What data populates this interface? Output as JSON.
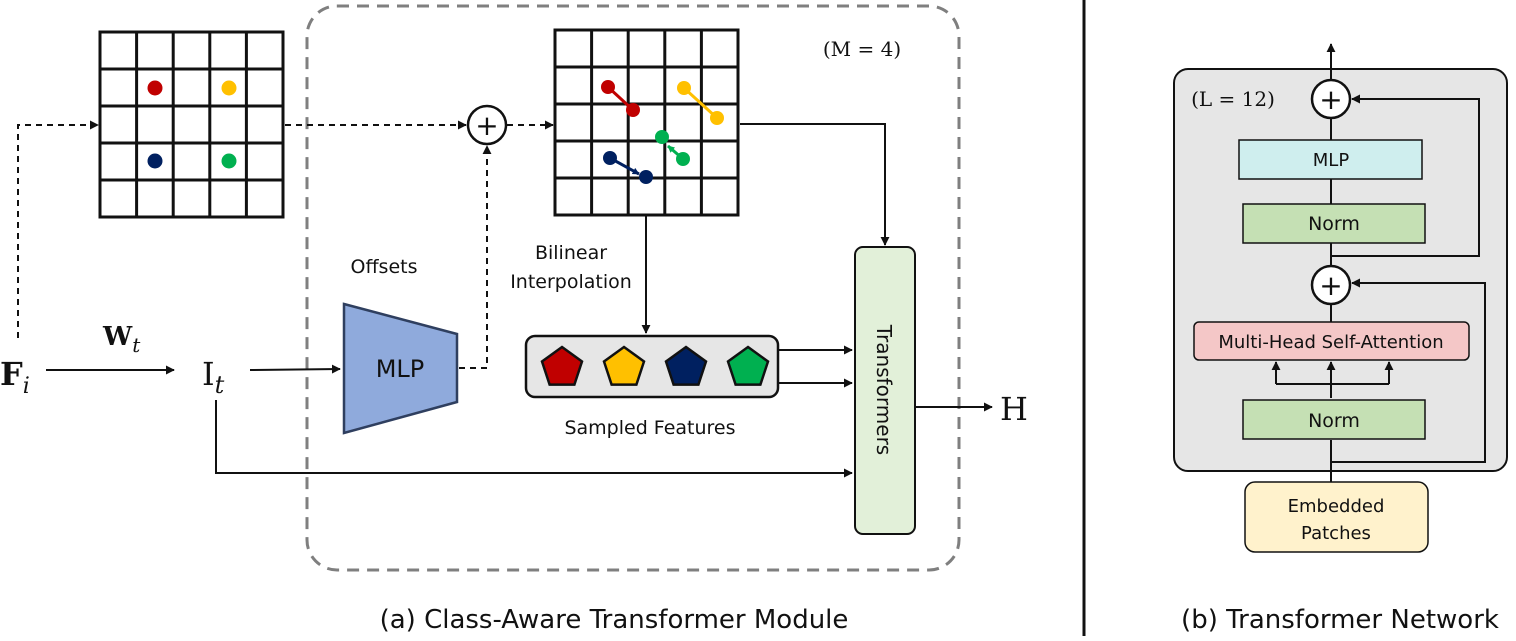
{
  "panel_a": {
    "caption": "(a)  Class-Aware Transformer Module",
    "m_label": "(M = 4)",
    "f_main": "F",
    "f_sub": "i",
    "w_main": "W",
    "w_sub": "t",
    "i_main": "I",
    "i_sub": "t",
    "h_label": "H",
    "offsets_label": "Offsets",
    "mlp_label": "MLP",
    "bilinear_line1": "Bilinear",
    "bilinear_line2": "Interpolation",
    "sampled_label": "Sampled Features",
    "transformers_label": "Transformers",
    "plus": "+"
  },
  "panel_b": {
    "caption": "(b) Transformer Network",
    "l_label": "(L = 12)",
    "mlp_label": "MLP",
    "norm_top_label": "Norm",
    "mhsa_label": "Multi-Head Self-Attention",
    "norm_bottom_label": "Norm",
    "embedded_line1": "Embedded",
    "embedded_line2": "Patches",
    "plus": "+"
  },
  "colors": {
    "red": "#c00000",
    "yellow": "#ffc000",
    "navy": "#002060",
    "green": "#00b050",
    "mlp_trapezoid": "#8faadc",
    "transformers_box": "#e2f0d9",
    "mlp_b": "#cfeeee",
    "norm_b": "#c5e0b4",
    "mhsa_b": "#f4c7c7",
    "embedded_b": "#fff2cc",
    "panel_b_bg": "#e6e6e6",
    "dashed_border": "#7f7f7f"
  },
  "icons": [
    "plus-circle-icon",
    "pentagon-red-icon",
    "pentagon-yellow-icon",
    "pentagon-navy-icon",
    "pentagon-green-icon",
    "arrow-icon"
  ]
}
